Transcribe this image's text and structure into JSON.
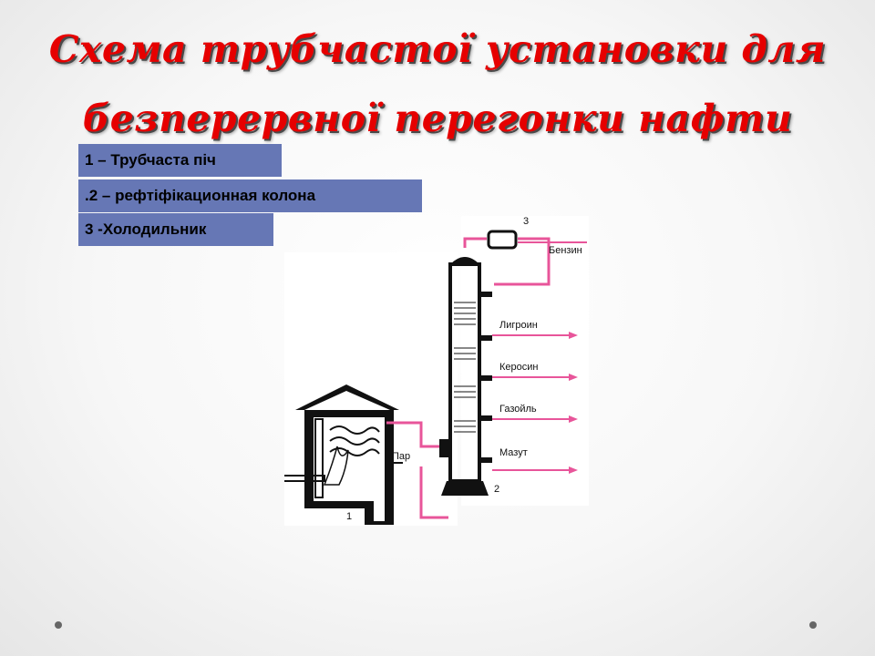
{
  "slide": {
    "title_line1": "Схема трубчастої установки для",
    "title_line2": "безперервної перегонки нафти"
  },
  "legend": [
    {
      "text": "1 – Трубчаста піч"
    },
    {
      "text": ".2 – рефтіфікационная колона"
    },
    {
      "text": "3 -Холодильник"
    }
  ],
  "diagram": {
    "outputs": [
      "Бензин",
      "Лигроин",
      "Керосин",
      "Газойль",
      "Мазут"
    ],
    "steam_label": "Пар",
    "numbers": [
      "1",
      "2",
      "3"
    ]
  },
  "colors": {
    "title": "#e60000",
    "legend_bg": "#6677b5",
    "pipe": "#e8559a"
  }
}
